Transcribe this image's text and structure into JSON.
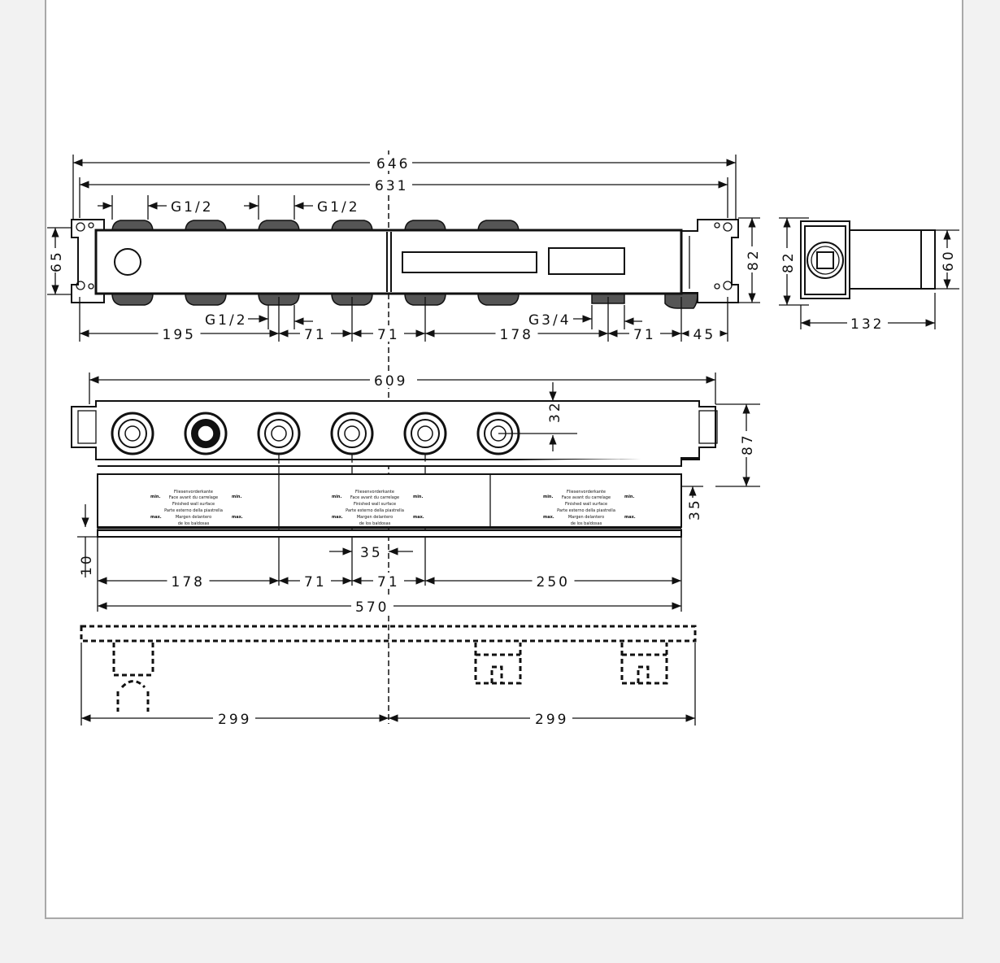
{
  "top_view": {
    "overall_length": "646",
    "bracket_length": "631",
    "thread_top_left": "G1/2",
    "thread_top_mid": "G1/2",
    "thread_bottom": "G1/2",
    "thread_bottom_right": "G3/4",
    "height_left": "65",
    "height_right": "82",
    "dims": [
      "195",
      "71",
      "71",
      "178",
      "71",
      "45"
    ]
  },
  "side_view": {
    "height": "82",
    "depth_right": "60",
    "width": "132"
  },
  "front_view": {
    "length": "609",
    "port_offset": "32",
    "depth": "87",
    "tile_depth": "35",
    "bottom_offset": "10",
    "spacing": "35",
    "dims": [
      "178",
      "71",
      "71",
      "250"
    ],
    "total": "570",
    "strip_labels": {
      "de": "Fliesenvorderkante",
      "fr": "Face avant du carrelage",
      "en": "Finished wall surface",
      "it": "Parte esterno della piastrella",
      "es1": "Margen delantero",
      "es2": "de los baldosas",
      "min": "min.",
      "max": "max."
    }
  },
  "bottom_view": {
    "left": "299",
    "right": "299"
  }
}
